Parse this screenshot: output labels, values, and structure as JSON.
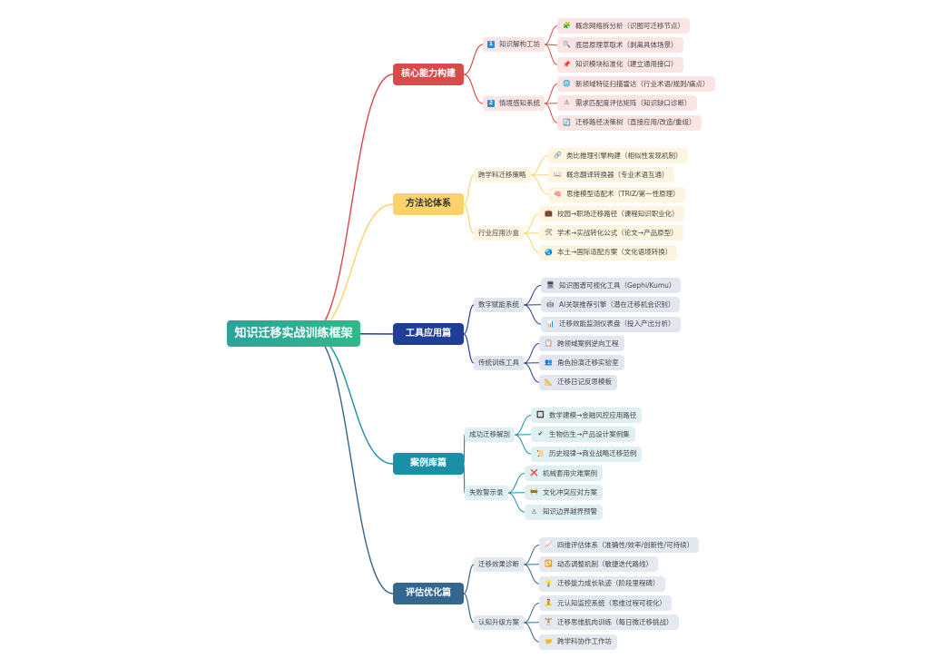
{
  "mindmap": {
    "root": "知识迁移实战训练框架",
    "branches": [
      {
        "label": "核心能力构建",
        "color": "#d94a4a",
        "text_color": "#ffffff",
        "leaf_bg": "#fbe4e4",
        "children": [
          {
            "label": "知识解构工坊",
            "icon": "number-1-icon",
            "glyph": "1",
            "children": [
              {
                "label": "概念网络拆分析（识图可迁移节点）",
                "icon": "puzzle-icon",
                "glyph": "🧩"
              },
              {
                "label": "底层原理萃取术（剥离具体场景）",
                "icon": "magnifier-icon",
                "glyph": "🔍"
              },
              {
                "label": "知识模块标准化（建立通用接口）",
                "icon": "pushpin-icon",
                "glyph": "📌"
              }
            ]
          },
          {
            "label": "情境感知系统",
            "icon": "number-2-icon",
            "glyph": "2",
            "children": [
              {
                "label": "新领域特征扫描雷达（行业术语/规则/痛点）",
                "icon": "globe-icon",
                "glyph": "🌐"
              },
              {
                "label": "需求匹配度评估矩阵（知识缺口诊断）",
                "icon": "warning-icon",
                "glyph": "⚠"
              },
              {
                "label": "迁移路径决策树（直接应用/改造/重组）",
                "icon": "refresh-icon",
                "glyph": "🔄"
              }
            ]
          }
        ]
      },
      {
        "label": "方法论体系",
        "color": "#fbd36a",
        "text_color": "#333333",
        "leaf_bg": "#fdf5e0",
        "children": [
          {
            "label": "跨学科迁移策略",
            "children": [
              {
                "label": "类比推理引擎构建（相似性发现机制）",
                "icon": "link-icon",
                "glyph": "🔗"
              },
              {
                "label": "概念翻译转换器（专业术语互通）",
                "icon": "book-icon",
                "glyph": "📖"
              },
              {
                "label": "思维模型适配术（TRIZ/第一性原理）",
                "icon": "brain-icon",
                "glyph": "🧠"
              }
            ]
          },
          {
            "label": "行业应用沙盒",
            "children": [
              {
                "label": "校园→职场迁移路径（课程知识职业化）",
                "icon": "briefcase-icon",
                "glyph": "💼"
              },
              {
                "label": "学术→实战转化公式（论文→产品原型）",
                "icon": "tools-icon",
                "glyph": "🛠"
              },
              {
                "label": "本土→国际适配方案（文化语境转换）",
                "icon": "earth-icon",
                "glyph": "🌏"
              }
            ]
          }
        ]
      },
      {
        "label": "工具应用篇",
        "color": "#1f3e96",
        "text_color": "#ffffff",
        "leaf_bg": "#e2e6f1",
        "children": [
          {
            "label": "数字赋能系统",
            "children": [
              {
                "label": "知识图谱可视化工具（Gephi/Kumu）",
                "icon": "monitor-icon",
                "glyph": "🖥"
              },
              {
                "label": "AI关联推荐引擎（潜在迁移机会识别）",
                "icon": "robot-icon",
                "glyph": "🤖"
              },
              {
                "label": "迁移效能监测仪表盘（投入产出分析）",
                "icon": "chart-icon",
                "glyph": "📊"
              }
            ]
          },
          {
            "label": "传统训练工具",
            "children": [
              {
                "label": "跨领域案例逆向工程",
                "icon": "clipboard-icon",
                "glyph": "📋"
              },
              {
                "label": "角色扮演迁移实验室",
                "icon": "people-icon",
                "glyph": "👥"
              },
              {
                "label": "迁移日记反思模板",
                "icon": "triangle-ruler-icon",
                "glyph": "📐"
              }
            ]
          }
        ]
      },
      {
        "label": "案例库篇",
        "color": "#1a8fa8",
        "text_color": "#ffffff",
        "leaf_bg": "#dff0f3",
        "children": [
          {
            "label": "成功迁移解剖",
            "children": [
              {
                "label": "数学建模→金融风控应用路径",
                "icon": "frame-icon",
                "glyph": "🔲"
              },
              {
                "label": "生物仿生→产品设计案例集",
                "icon": "check-icon",
                "glyph": "✔"
              },
              {
                "label": "历史规律→商业战略迁移范例",
                "icon": "scroll-icon",
                "glyph": "📜"
              }
            ]
          },
          {
            "label": "失败警示录",
            "children": [
              {
                "label": "机械套用灾难案例",
                "icon": "cross-icon",
                "glyph": "❌"
              },
              {
                "label": "文化冲突应对方案",
                "icon": "barrier-icon",
                "glyph": "🚧"
              },
              {
                "label": "知识边界越界预警",
                "icon": "alert-icon",
                "glyph": "⚠"
              }
            ]
          }
        ]
      },
      {
        "label": "评估优化篇",
        "color": "#35668e",
        "text_color": "#ffffff",
        "leaf_bg": "#e3e9ef",
        "children": [
          {
            "label": "迁移效果诊断",
            "children": [
              {
                "label": "四维评估体系（准确性/效率/创新性/可持续）",
                "icon": "trend-icon",
                "glyph": "📈"
              },
              {
                "label": "动态调整机制（敏捷迭代路线）",
                "icon": "loop-icon",
                "glyph": "🔁"
              },
              {
                "label": "迁移能力成长轨迹（阶段里程碑）",
                "icon": "lightbulb-icon",
                "glyph": "💡"
              }
            ]
          },
          {
            "label": "认知升级方案",
            "children": [
              {
                "label": "元认知监控系统（思维过程可视化）",
                "icon": "person-icon",
                "glyph": "🧘"
              },
              {
                "label": "迁移思维肌肉训练（每日微迁移挑战）",
                "icon": "exercise-icon",
                "glyph": "🏋"
              },
              {
                "label": "跨学科协作工作坊",
                "icon": "handshake-icon",
                "glyph": "🤝"
              }
            ]
          }
        ]
      }
    ]
  }
}
